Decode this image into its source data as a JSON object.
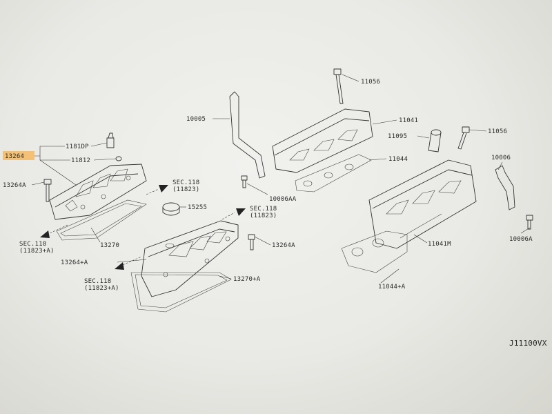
{
  "labels": {
    "l13264": "13264",
    "l1181dp": "1181DP",
    "l11812": "11812",
    "l13264a_left": "13264A",
    "l13270": "13270",
    "l_sec118_left1": "SEC.118",
    "l_sec118_left1_sub": "(11823+A)",
    "l_sec118_mid1": "SEC.118",
    "l_sec118_mid1_sub": "(11823)",
    "l15255": "15255",
    "l_sec118_mid2": "SEC.118",
    "l_sec118_mid2_sub": "(11823)",
    "l13264a_mid": "13264A",
    "l13264pa": "13264+A",
    "l_sec118_left2": "SEC.118",
    "l_sec118_left2_sub": "(11823+A)",
    "l13270pa": "13270+A",
    "l10005": "10005",
    "l11056_top": "11056",
    "l11041": "11041",
    "l11095": "11095",
    "l11044": "11044",
    "l10006aa": "10006AA",
    "l11056_right": "11056",
    "l10006": "10006",
    "l11041m": "11041M",
    "l10006a": "10006A",
    "l11044pa": "11044+A",
    "diagram_code": "J11100VX"
  },
  "colors": {
    "highlight": "#f4b860",
    "line": "#333333",
    "background": "#eeeeea"
  }
}
